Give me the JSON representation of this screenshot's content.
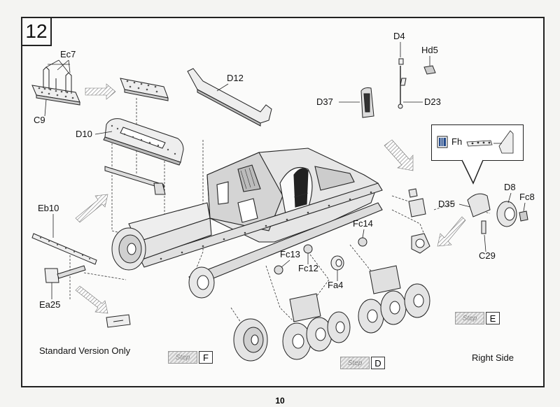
{
  "step_number": "12",
  "page_number": "10",
  "labels": {
    "Ec7": "Ec7",
    "C9": "C9",
    "D10": "D10",
    "D12": "D12",
    "D4": "D4",
    "Hd5": "Hd5",
    "D37": "D37",
    "D23": "D23",
    "Fh": "Fh",
    "D8": "D8",
    "Fc8": "Fc8",
    "D35": "D35",
    "C29": "C29",
    "Fc14": "Fc14",
    "Fc13": "Fc13",
    "Fc12": "Fc12",
    "Fa4": "Fa4",
    "Eb10": "Eb10",
    "Ea25": "Ea25"
  },
  "notes": {
    "standard_version": "Standard Version Only",
    "right_side": "Right Side"
  },
  "step_refs": [
    {
      "word": "Step",
      "letter": "F"
    },
    {
      "word": "Step",
      "letter": "D"
    },
    {
      "word": "Step",
      "letter": "E"
    }
  ]
}
